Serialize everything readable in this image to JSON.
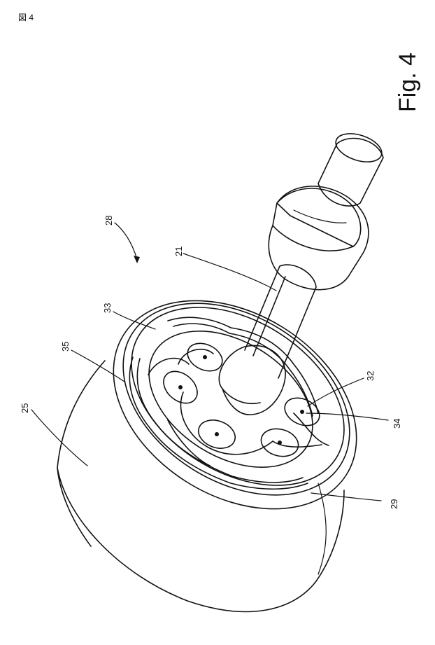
{
  "corner_tag": "図 4",
  "figure_title": "Fig. 4",
  "reference_numerals": [
    "28",
    "21",
    "33",
    "35",
    "25",
    "32",
    "34",
    "29"
  ]
}
